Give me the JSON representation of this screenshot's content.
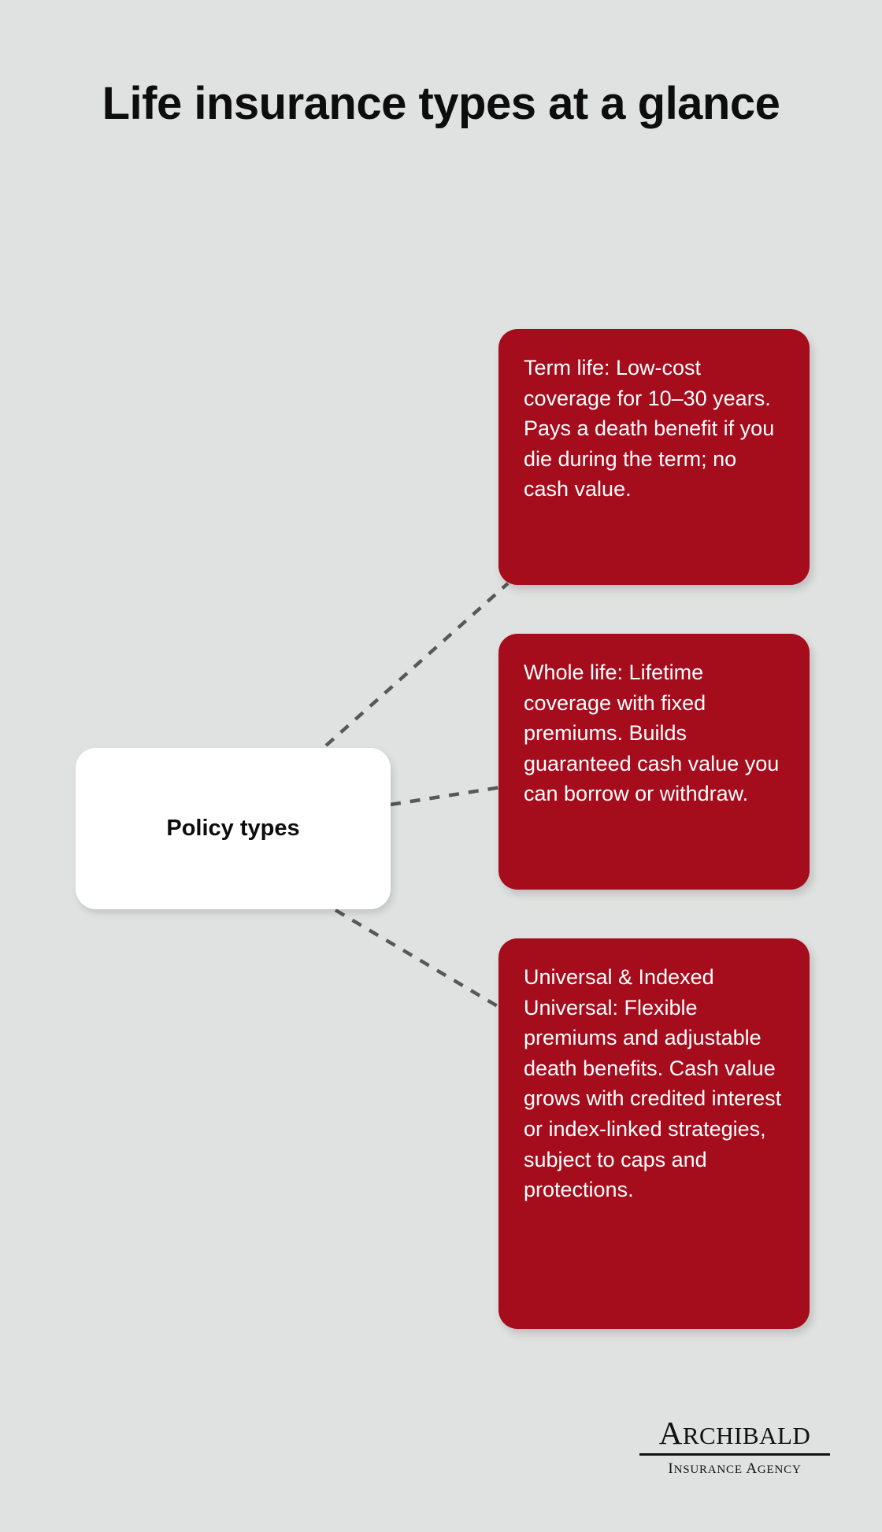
{
  "page": {
    "background_color": "#e0e2e1",
    "title": "Life insurance types at a glance"
  },
  "central_node": {
    "label": "Policy types",
    "background_color": "#ffffff",
    "text_color": "#0d0d0d"
  },
  "branches": [
    {
      "id": "term-life",
      "text": "Term life: Low-cost coverage for 10–30 years. Pays a death benefit if you die during the term; no cash value.",
      "background_color": "#a50c1c",
      "text_color": "#ffffff"
    },
    {
      "id": "whole-life",
      "text": "Whole life: Lifetime coverage with fixed premiums. Builds guaranteed cash value you can borrow or withdraw.",
      "background_color": "#a50c1c",
      "text_color": "#ffffff"
    },
    {
      "id": "universal-life",
      "text": "Universal & Indexed Universal: Flexible premiums and adjustable death benefits. Cash value grows with credited interest or index-linked strategies, subject to caps and protections.",
      "background_color": "#a50c1c",
      "text_color": "#ffffff"
    }
  ],
  "connectors": {
    "style": "dashed",
    "color": "#555a58",
    "count": 3
  },
  "brand": {
    "name_first_letter": "A",
    "name_rest": "RCHIBALD",
    "tagline_parts": [
      "I",
      "NSURANCE ",
      "A",
      "GENCY"
    ],
    "tagline_word_1_first": "I",
    "tagline_word_1_rest": "NSURANCE",
    "tagline_word_2_first": "A",
    "tagline_word_2_rest": "GENCY",
    "color": "#111111"
  }
}
